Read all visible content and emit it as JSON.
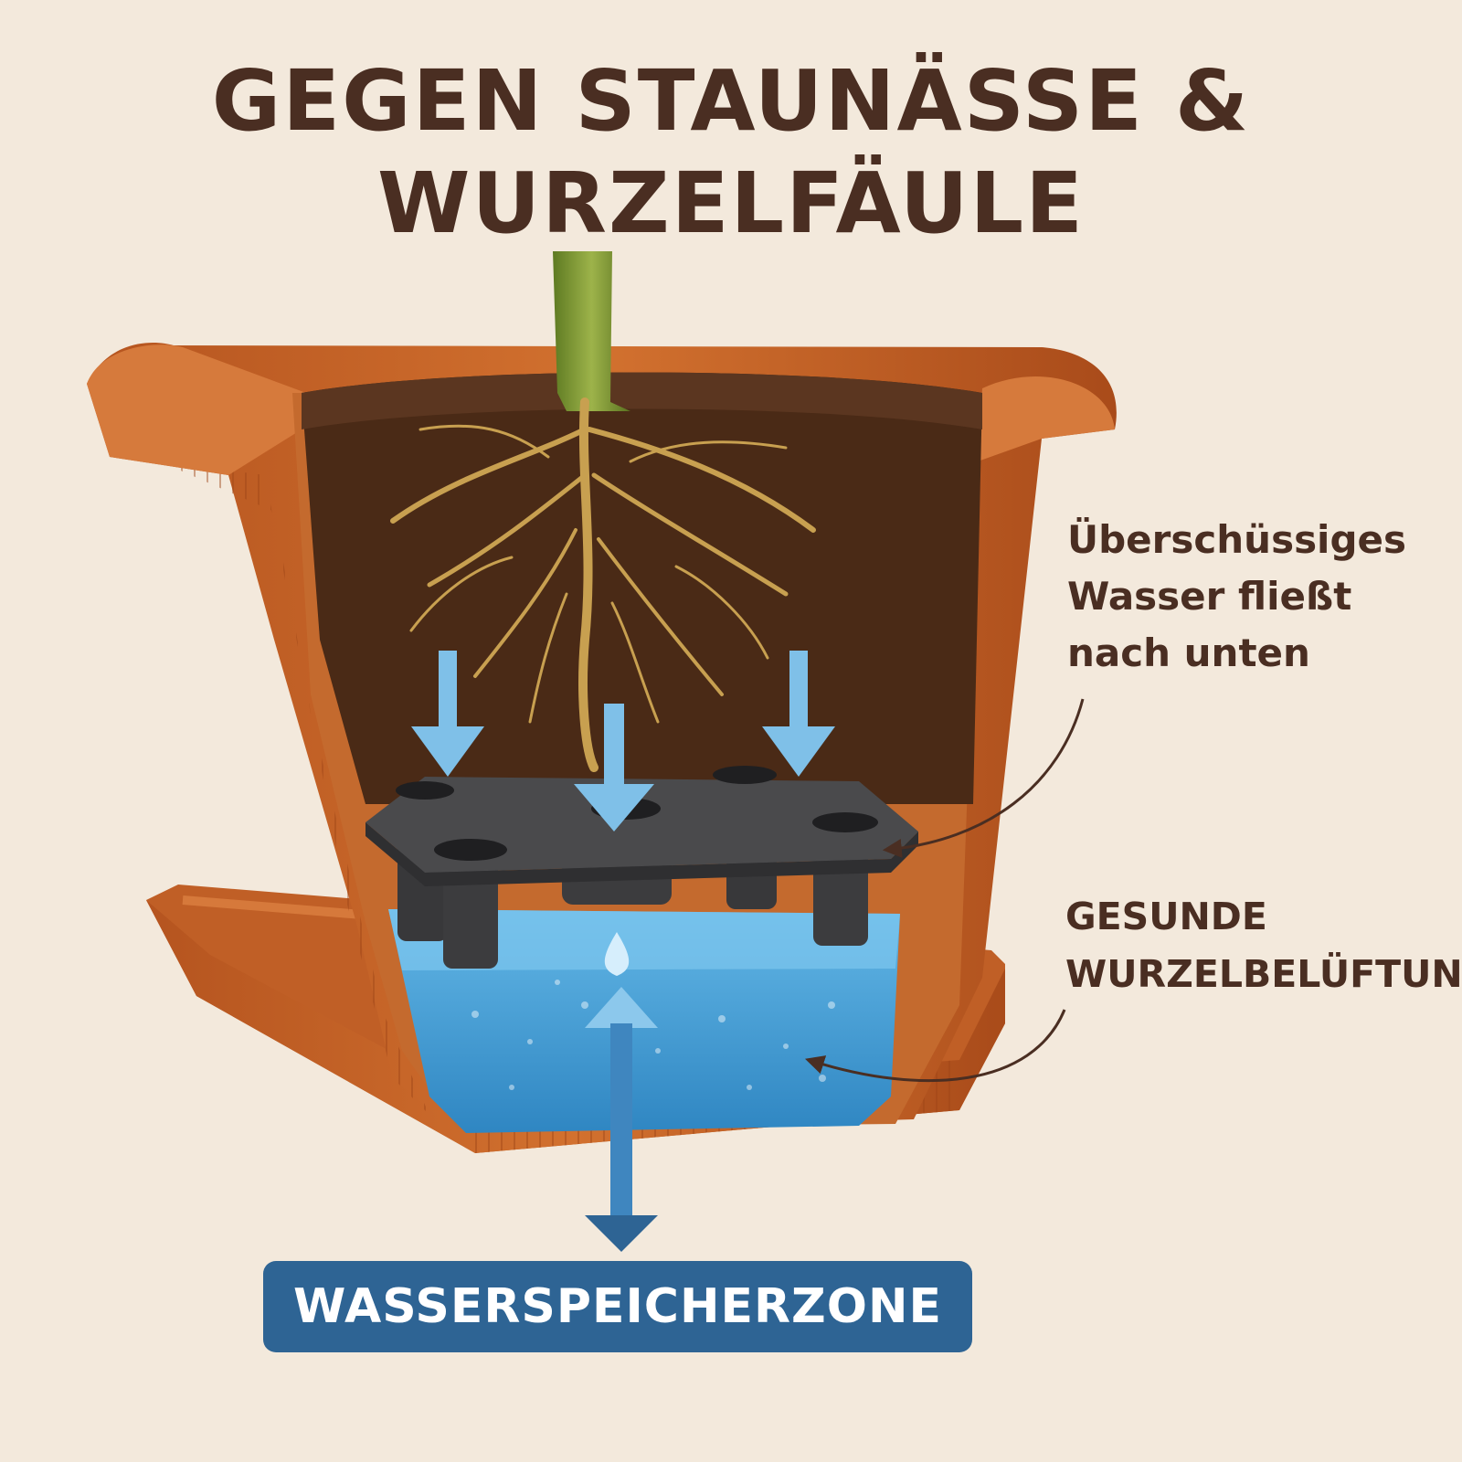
{
  "title": {
    "line1": "GEGEN STAUNÄSSE &",
    "line2": "WURZELFÄULE"
  },
  "callouts": {
    "water_flow": {
      "line1": "Überschüssiges",
      "line2": "Wasser fließt",
      "line3": "nach unten"
    },
    "aeration": {
      "line1": "GESUNDE",
      "line2": "WURZELBELÜFTUNG"
    }
  },
  "zone_label": "WASSERSPEICHERZONE",
  "colors": {
    "background": "#f3e9dc",
    "text_brown": "#4a2e22",
    "pot_terracotta": "#c8652a",
    "soil": "#4a2a16",
    "water": "#3f9bd1",
    "arrow_light_blue": "#7fc0e8",
    "arrow_dark_blue": "#2e6494",
    "drainage_plate": "#4a4a4c",
    "root": "#c8a050",
    "stem": "#6e8a2a",
    "label_bg": "#2e6494"
  },
  "icons": {
    "flow_arrows": "down-arrow-icon",
    "storage_arrow": "double-headed-arrow-icon",
    "droplet": "water-droplet-icon"
  }
}
